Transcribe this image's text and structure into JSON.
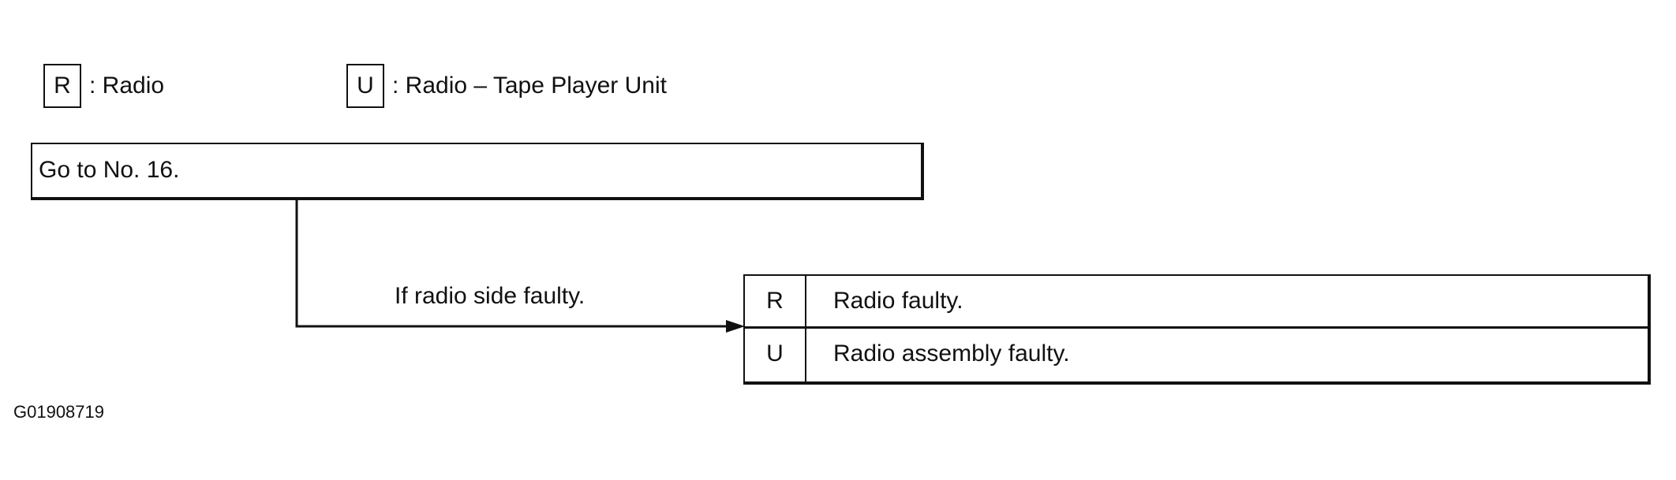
{
  "legend": [
    {
      "code": "R",
      "description": ": Radio"
    },
    {
      "code": "U",
      "description": ": Radio – Tape Player Unit"
    }
  ],
  "step": {
    "text": "Go to No. 16."
  },
  "branch": {
    "label": "If radio side faulty."
  },
  "results": [
    {
      "code": "R",
      "description": "Radio faulty."
    },
    {
      "code": "U",
      "description": "Radio assembly faulty."
    }
  ],
  "figure_id": "G01908719"
}
